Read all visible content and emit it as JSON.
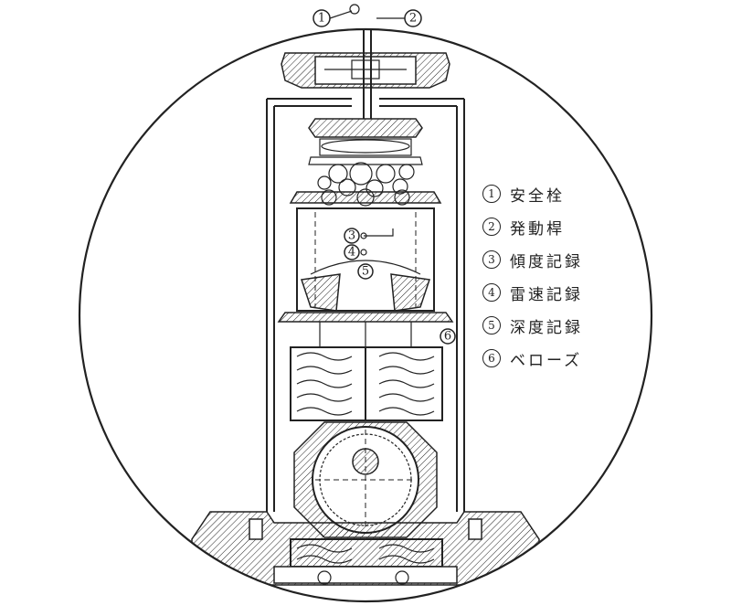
{
  "legend": {
    "items": [
      {
        "num": "1",
        "label": "安全栓"
      },
      {
        "num": "2",
        "label": "発動桿"
      },
      {
        "num": "3",
        "label": "傾度記録"
      },
      {
        "num": "4",
        "label": "雷速記録"
      },
      {
        "num": "5",
        "label": "深度記録"
      },
      {
        "num": "6",
        "label": "ベローズ"
      }
    ]
  },
  "callouts": [
    "1",
    "2",
    "3",
    "4",
    "5",
    "6"
  ]
}
